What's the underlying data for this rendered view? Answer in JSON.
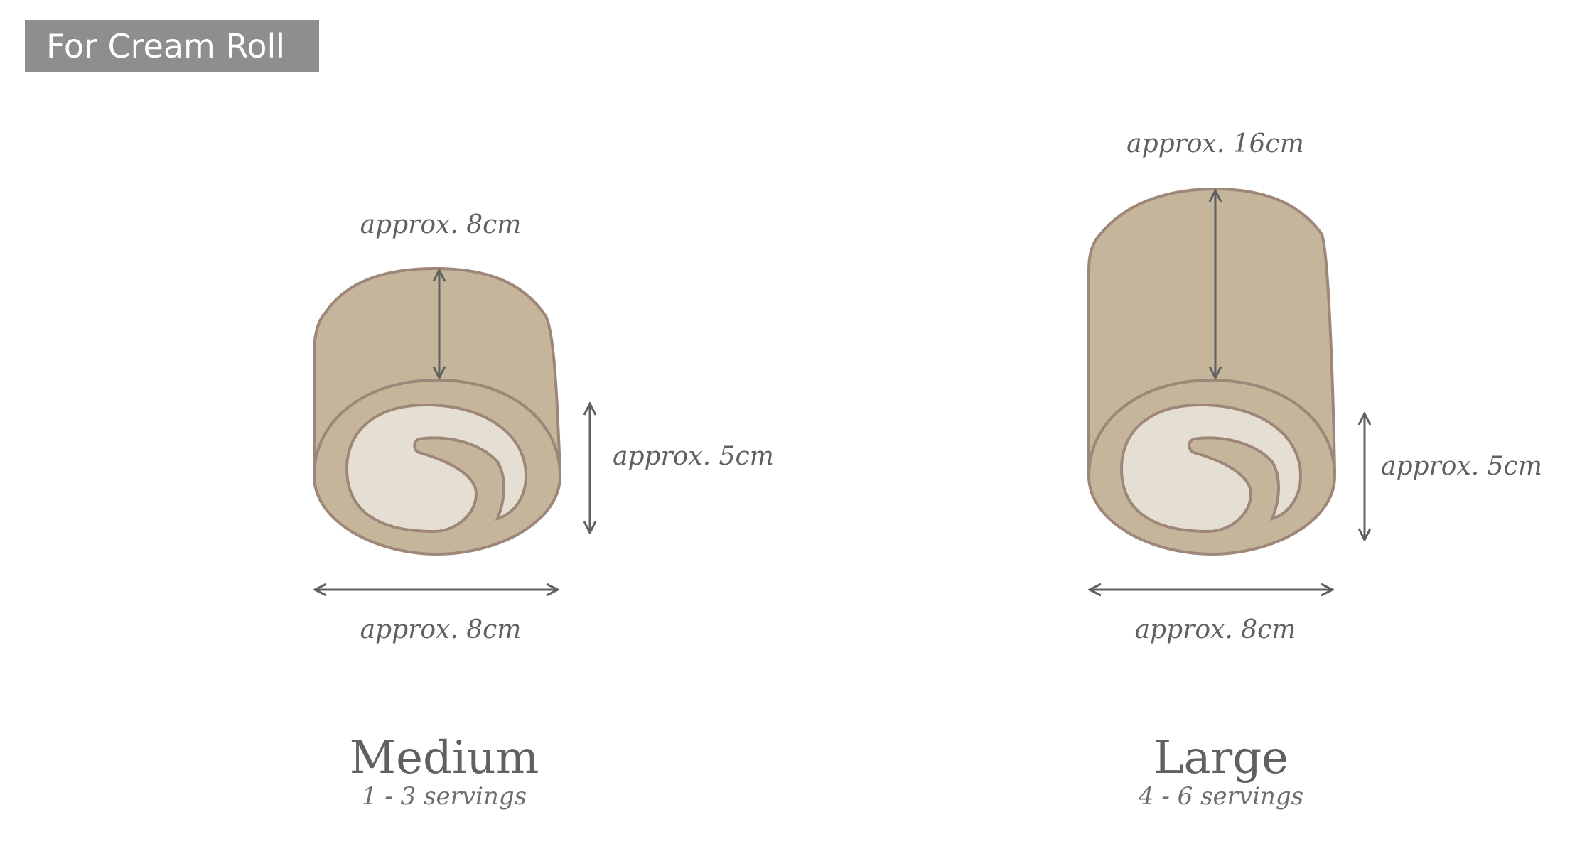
{
  "header": {
    "title": "For Cream Roll"
  },
  "medium": {
    "top_dimension": "approx. 8cm",
    "side_dimension": "approx. 5cm",
    "bottom_dimension": "approx. 8cm",
    "size_name": "Medium",
    "servings": "1 - 3 servings"
  },
  "large": {
    "top_dimension": "approx. 16cm",
    "side_dimension": "approx. 5cm",
    "bottom_dimension": "approx. 8cm",
    "size_name": "Large",
    "servings": "4 - 6 servings"
  },
  "colors": {
    "cake": "#c4b59b",
    "cream": "#e5dfd3",
    "outline": "#9e8678",
    "text": "#5f6063",
    "badge": "#8e8e91"
  }
}
